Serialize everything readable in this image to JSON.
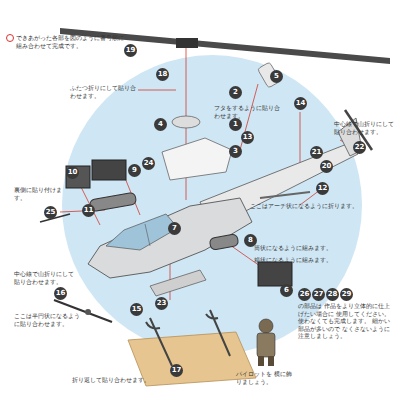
{
  "diagram": {
    "nodes": [
      {
        "text": [
          "19"
        ]
      },
      {
        "text": [
          "18"
        ]
      },
      {
        "text": [
          "5"
        ]
      },
      {
        "text": [
          "2"
        ]
      },
      {
        "text": [
          "14"
        ]
      },
      {
        "text": [
          "4"
        ]
      },
      {
        "text": [
          "1"
        ]
      },
      {
        "text": [
          "13"
        ]
      },
      {
        "text": [
          "3"
        ]
      },
      {
        "text": [
          "22"
        ]
      },
      {
        "text": [
          "24"
        ]
      },
      {
        "text": [
          "21"
        ]
      },
      {
        "text": [
          "10"
        ]
      },
      {
        "text": [
          "9"
        ]
      },
      {
        "text": [
          "20"
        ]
      },
      {
        "text": [
          "12"
        ]
      },
      {
        "text": [
          "11"
        ]
      },
      {
        "text": [
          "25"
        ]
      },
      {
        "text": [
          "7"
        ]
      },
      {
        "text": [
          "8"
        ]
      },
      {
        "text": [
          "16"
        ]
      },
      {
        "text": [
          "6"
        ]
      },
      {
        "text": [
          "23"
        ]
      },
      {
        "text": [
          "15"
        ]
      },
      {
        "text": [
          "26"
        ]
      },
      {
        "text": [
          "27"
        ]
      },
      {
        "text": [
          "28"
        ]
      },
      {
        "text": [
          "29"
        ]
      },
      {
        "text": [
          "17"
        ]
      }
    ],
    "labels": [
      "できあがった各部を図のように番号順に組み合わせて完成です。",
      "ふたつ折りにして貼り合わせます。",
      "フタをするように貼り合わせます。",
      "中心線で山折りにして貼り合わせます。",
      "ここはアーチ状になるように折ります。",
      "裏側に貼り付けます。",
      "筒状になるように組みます。",
      "箱状になるように組みます。",
      "中心線で山折りにして貼り合わせます。",
      "ここは半円状になるように貼り合わせます。",
      "折り返して貼り合わせます。",
      "の部品は 作品をより立体的に仕上げたい場合に 使用してください。 使わなくても完成します。 細かい部品が多いので なくさないように注意しましょう。",
      "パイロットを 横に飾りましょう。"
    ]
  }
}
